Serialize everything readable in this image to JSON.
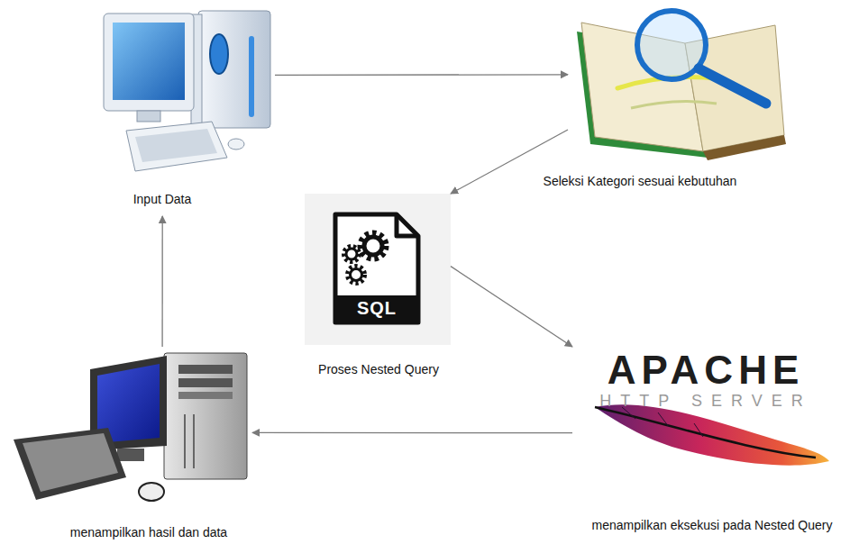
{
  "diagram": {
    "nodes": [
      {
        "text": [
          "Input Data"
        ]
      },
      {
        "text": [
          "Seleksi Kategori sesuai kebutuhan"
        ]
      },
      {
        "text": [
          "SQL",
          "Proses Nested Query"
        ]
      },
      {
        "text": [
          "APACHE",
          "HTTP SERVER",
          "menampilkan eksekusi pada Nested Query"
        ]
      },
      {
        "text": [
          "menampilkan hasil dan data"
        ]
      }
    ],
    "edges": [
      {
        "from": 0,
        "to": 1,
        "arrow": "to"
      },
      {
        "from": 1,
        "to": 2,
        "arrow": "to"
      },
      {
        "from": 2,
        "to": 3,
        "arrow": "to"
      },
      {
        "from": 3,
        "to": 4,
        "arrow": "to"
      },
      {
        "from": 4,
        "to": 0,
        "arrow": "to"
      }
    ]
  }
}
